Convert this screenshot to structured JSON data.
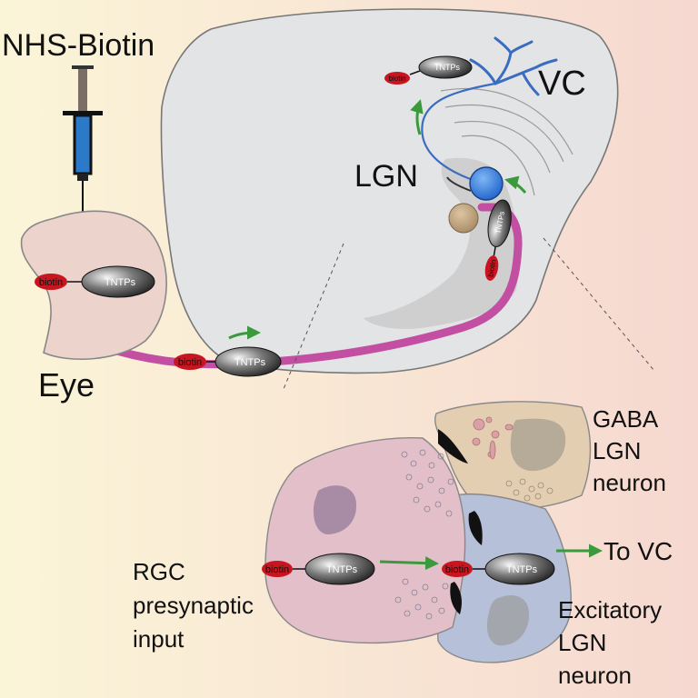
{
  "labels": {
    "tracer": "NHS-Biotin",
    "eye": "Eye",
    "lgn": "LGN",
    "vc": "VC",
    "gaba": [
      "GABA",
      "LGN",
      "neuron"
    ],
    "rgc": [
      "RGC",
      "presynaptic",
      "input"
    ],
    "excitatory": [
      "Excitatory",
      "LGN",
      "neuron"
    ],
    "to_vc": "To VC"
  },
  "tags": {
    "biotin": "biotin",
    "tntps": "TNTPs"
  },
  "colors": {
    "background_left": "#fbf4d6",
    "background_right": "#f7dcd3",
    "brain": "#e3e4e6",
    "eye": "#ecd3cb",
    "optic_tract": "#c24fa1",
    "vc_axon": "#3a6cc0",
    "arrow": "#3b9a3b",
    "biotin_tag": "#c8151f",
    "tntps_tag": "#303030",
    "rgc_terminal": "#e2bfc9",
    "gaba_neuron": "#e3ceb2",
    "excitatory_neuron": "#b6c0d9",
    "lgn_sphere": "#3d8ae0",
    "gaba_sphere": "#c9b08e"
  }
}
